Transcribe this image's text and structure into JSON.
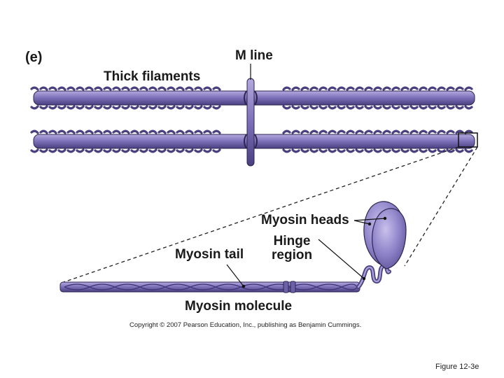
{
  "panel_label": "(e)",
  "labels": {
    "m_line": "M line",
    "thick_filaments": "Thick filaments",
    "myosin_heads": "Myosin heads",
    "hinge_line1": "Hinge",
    "hinge_line2": "region",
    "myosin_tail": "Myosin tail",
    "myosin_molecule": "Myosin molecule"
  },
  "copyright": "Copyright © 2007 Pearson Education, Inc., publishing as Benjamin Cummings.",
  "figure_caption": "Figure 12-3e",
  "colors": {
    "filament_dark": "#4a3f7f",
    "filament_mid": "#7c6fb8",
    "filament_light": "#b4aade",
    "head_fill": "#8e82c8",
    "outline": "#2d2550",
    "leader": "#111111"
  }
}
